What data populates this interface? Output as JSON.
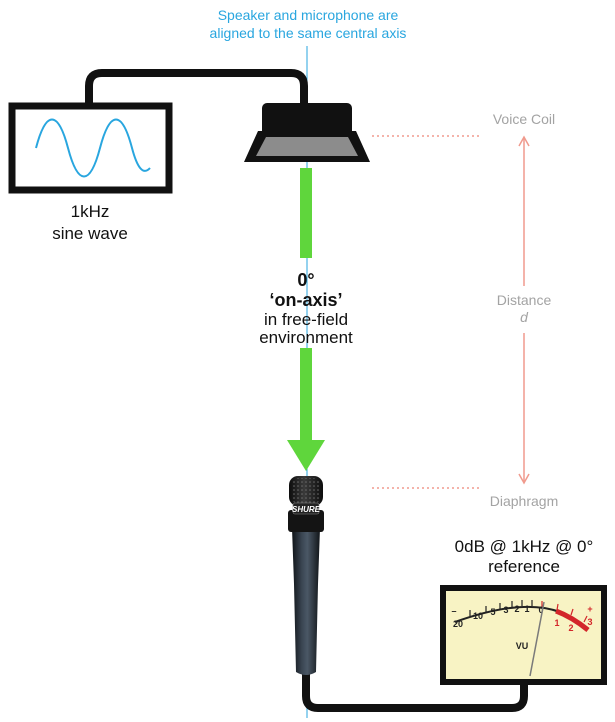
{
  "title": {
    "line1": "Speaker and microphone are",
    "line2": "aligned to the same central axis"
  },
  "signal": {
    "line1": "1kHz",
    "line2": "sine wave"
  },
  "center_label": {
    "angle": "0°",
    "axis_term": "‘on-axis’",
    "line3": "in free-field",
    "line4": "environment"
  },
  "right_labels": {
    "voice_coil": "Voice Coil",
    "distance": "Distance",
    "distance_symbol": "d",
    "diaphragm": "Diaphragm"
  },
  "reference": {
    "line1": "0dB @ 1kHz @ 0°",
    "line2": "reference"
  },
  "vu_meter": {
    "label": "VU",
    "scale": [
      "20",
      "10",
      "5",
      "3",
      "2",
      "1",
      "0",
      "1",
      "2",
      "3"
    ],
    "minus_sign": "–",
    "plus_sign": "+"
  },
  "microphone": {
    "brand": "SHURE"
  },
  "colors": {
    "axis": "#29a6df",
    "arrow": "#5fd63c",
    "distance": "#f09a8d",
    "grey_text": "#a3a3a3",
    "meter_face": "#f8f3c4",
    "meter_red": "#d3262a"
  }
}
